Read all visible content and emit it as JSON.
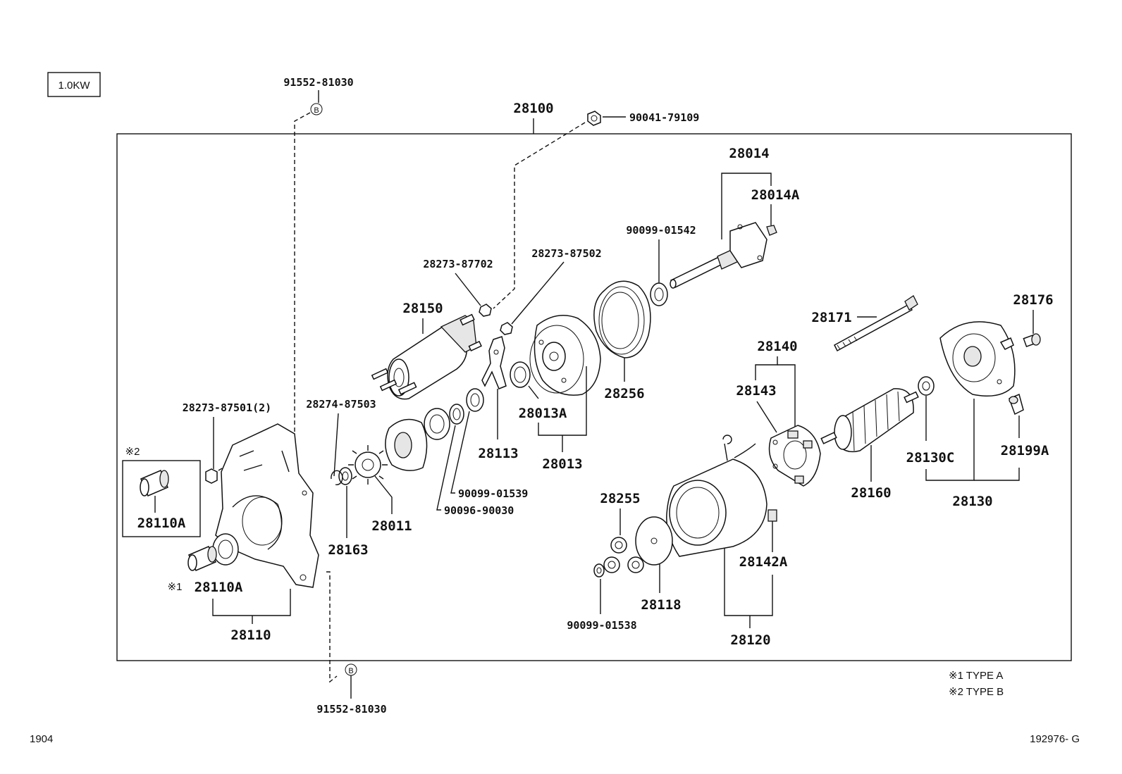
{
  "header": {
    "spec_box": "1.0KW"
  },
  "callouts": {
    "c_91552_top": "91552-81030",
    "c_91552_bot": "91552-81030",
    "c_28100": "28100",
    "c_90041": "90041-79109",
    "c_28014": "28014",
    "c_28014A": "28014A",
    "c_90099_01542": "90099-01542",
    "c_28273_87702": "28273-87702",
    "c_28273_87502": "28273-87502",
    "c_28150": "28150",
    "c_28176": "28176",
    "c_28171": "28171",
    "c_28140": "28140",
    "c_28143": "28143",
    "c_28256": "28256",
    "c_28013A": "28013A",
    "c_28013": "28013",
    "c_28113": "28113",
    "c_28273_87501": "28273-87501(2)",
    "c_28274_87503": "28274-87503",
    "c_28110A_box": "28110A",
    "c_28110A": "28110A",
    "c_28110": "28110",
    "c_28163": "28163",
    "c_28011": "28011",
    "c_90099_01539": "90099-01539",
    "c_90096_90030": "90096-90030",
    "c_28255": "28255",
    "c_90099_01538": "90099-01538",
    "c_28118": "28118",
    "c_28142A": "28142A",
    "c_28120": "28120",
    "c_28160": "28160",
    "c_28130C": "28130C",
    "c_28199A": "28199A",
    "c_28130": "28130"
  },
  "markers": {
    "ref_b_top": "B",
    "ref_b_bot": "B",
    "note1_mark": "※1",
    "note2_mark": "※2"
  },
  "legend": {
    "type_a": "※1  TYPE A",
    "type_b": "※2  TYPE B"
  },
  "footer": {
    "left_code": "1904",
    "right_code": "192976- G"
  }
}
